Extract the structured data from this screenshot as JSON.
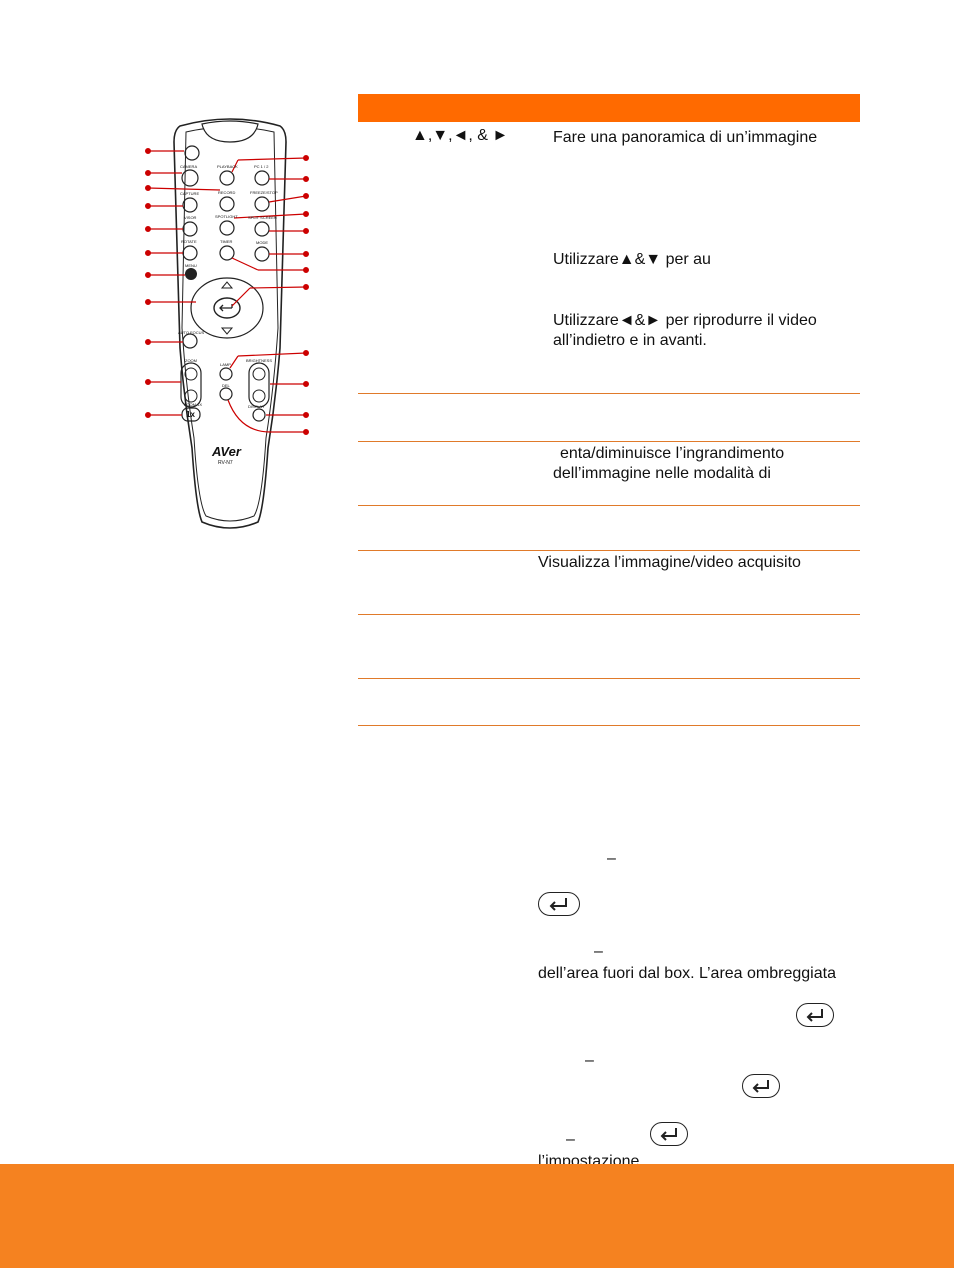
{
  "table": {
    "row1": {
      "arrows_label": "▲,▼,◄, & ►",
      "desc_line1": "Fare una panoramica di un’immagine",
      "desc_line2": "Utilizzare▲&▼ per au",
      "desc_line3": "Utilizzare◄&► per riprodurre il video",
      "desc_line4": "all’indietro e in avanti."
    },
    "row3": {
      "desc_line1": "enta/diminuisce l’ingrandimento",
      "desc_line2": "dell’immagine nelle modalità di"
    },
    "row5": {
      "desc_line1": "Visualizza l’immagine/video acquisito"
    },
    "row8": {
      "dash1": "–",
      "dash2": "–",
      "line_a": "dell’area fuori dal box. L’area ombreggiata",
      "dash3": "–",
      "dash4": "–",
      "line_b": "l’impostazione."
    }
  },
  "remote": {
    "camera": "CAMERA",
    "playback": "PLAYBACK",
    "pc": "PC 1 / 2",
    "capture": "CAPTURE",
    "record": "RECORD",
    "freeze": "FREEZE/STOP",
    "visor": "VISOR",
    "spotlight": "SPOTLIGHT",
    "split": "SPLIT SCREEN",
    "rotate": "ROTATE",
    "timer": "TIMER",
    "mode": "MODE",
    "menu": "MENU",
    "autofocus": "AUTO FOCUS",
    "zoom": "ZOOM",
    "zoom1x": "ZOOM 1X",
    "lamp": "LAMP",
    "del": "DEL",
    "brightness": "BRIGHTNESS",
    "display": "DISPLAY",
    "one_x": "1x",
    "brand": "AVer",
    "model": "RV-N7"
  },
  "colors": {
    "header": "#ff6a00",
    "footer": "#f58220",
    "rules": "#e07a2a",
    "callout": "#cc0000"
  }
}
